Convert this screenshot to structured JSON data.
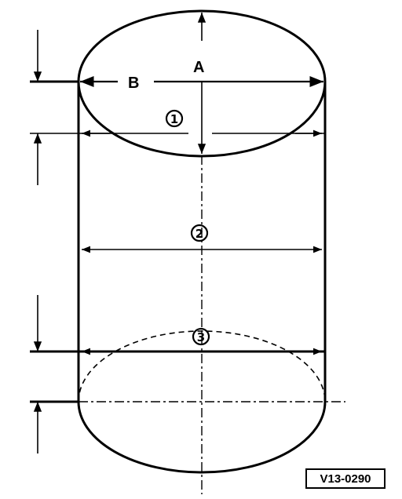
{
  "labels": {
    "A": "A",
    "B": "B"
  },
  "callouts": [
    "1",
    "2",
    "3"
  ],
  "reference_code": "V13-0290"
}
